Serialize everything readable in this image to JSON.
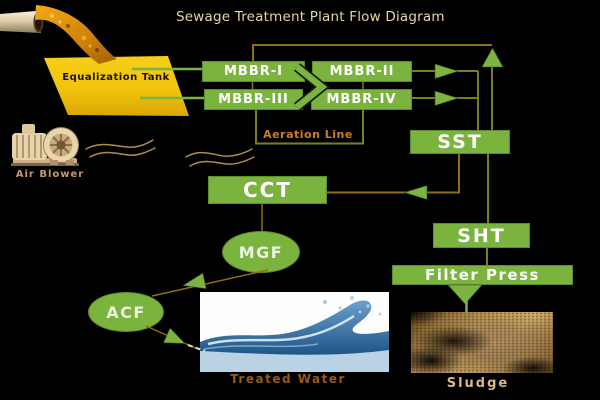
{
  "title": "Sewage Treatment Plant Flow Diagram",
  "colors": {
    "background": "#000000",
    "node_green": "#7ab33d",
    "node_border": "#5e8f2c",
    "arrow_green": "#7cb342",
    "line_olive": "#7d7f1e",
    "line_brown": "#8f6d12",
    "tank_yellow": "#f2c30c",
    "title_cream": "#e8d4a8",
    "aeration_label_orange": "#cf7d25",
    "blower_label_tan": "#c49a6b",
    "treated_water_label_brown": "#965c12",
    "sludge_label_tan": "#d9b887",
    "air_wave_tan": "#b08c4a"
  },
  "nodes": {
    "equalization_tank": {
      "label": "Equalization Tank"
    },
    "mbbr1": {
      "label": "MBBR-I"
    },
    "mbbr2": {
      "label": "MBBR-II"
    },
    "mbbr3": {
      "label": "MBBR-III"
    },
    "mbbr4": {
      "label": "MBBR-IV"
    },
    "sst": {
      "label": "SST"
    },
    "cct": {
      "label": "CCT"
    },
    "sht": {
      "label": "SHT"
    },
    "filter_press": {
      "label": "Filter Press"
    },
    "mgf": {
      "label": "MGF"
    },
    "acf": {
      "label": "ACF"
    }
  },
  "annotations": {
    "aeration_line": "Aeration Line",
    "air_blower": "Air Blower",
    "treated_water": "Treated Water",
    "sludge": "Sludge"
  },
  "figures": {
    "inlet_pipe": "sewage-inlet-pipe-photo",
    "air_blower": "air-blower-photo",
    "treated_water": "water-splash-photo",
    "sludge": "sludge-photo"
  }
}
